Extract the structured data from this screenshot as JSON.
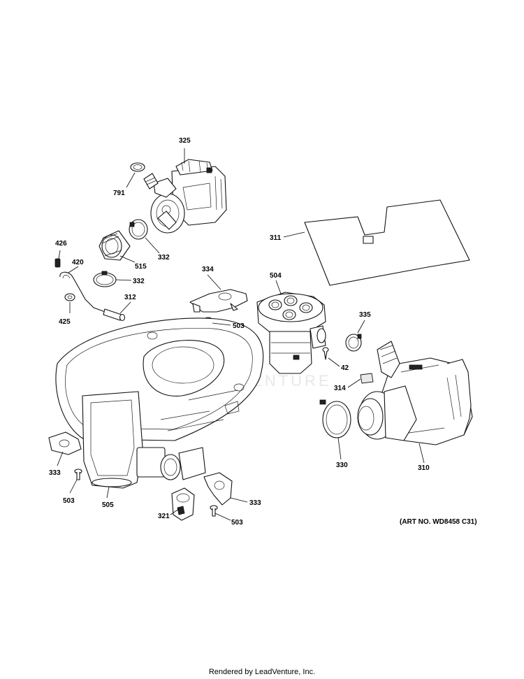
{
  "diagram": {
    "callouts": [
      "325",
      "791",
      "311",
      "426",
      "420",
      "515",
      "332",
      "332",
      "334",
      "504",
      "312",
      "425",
      "503",
      "335",
      "42",
      "314",
      "333",
      "503",
      "505",
      "321",
      "333",
      "503",
      "330",
      "310"
    ],
    "watermark": "LEADVENTURE",
    "art_number": "(ART NO. WD8458 C31)"
  },
  "footer": {
    "text": "Rendered by LeadVenture, Inc."
  }
}
